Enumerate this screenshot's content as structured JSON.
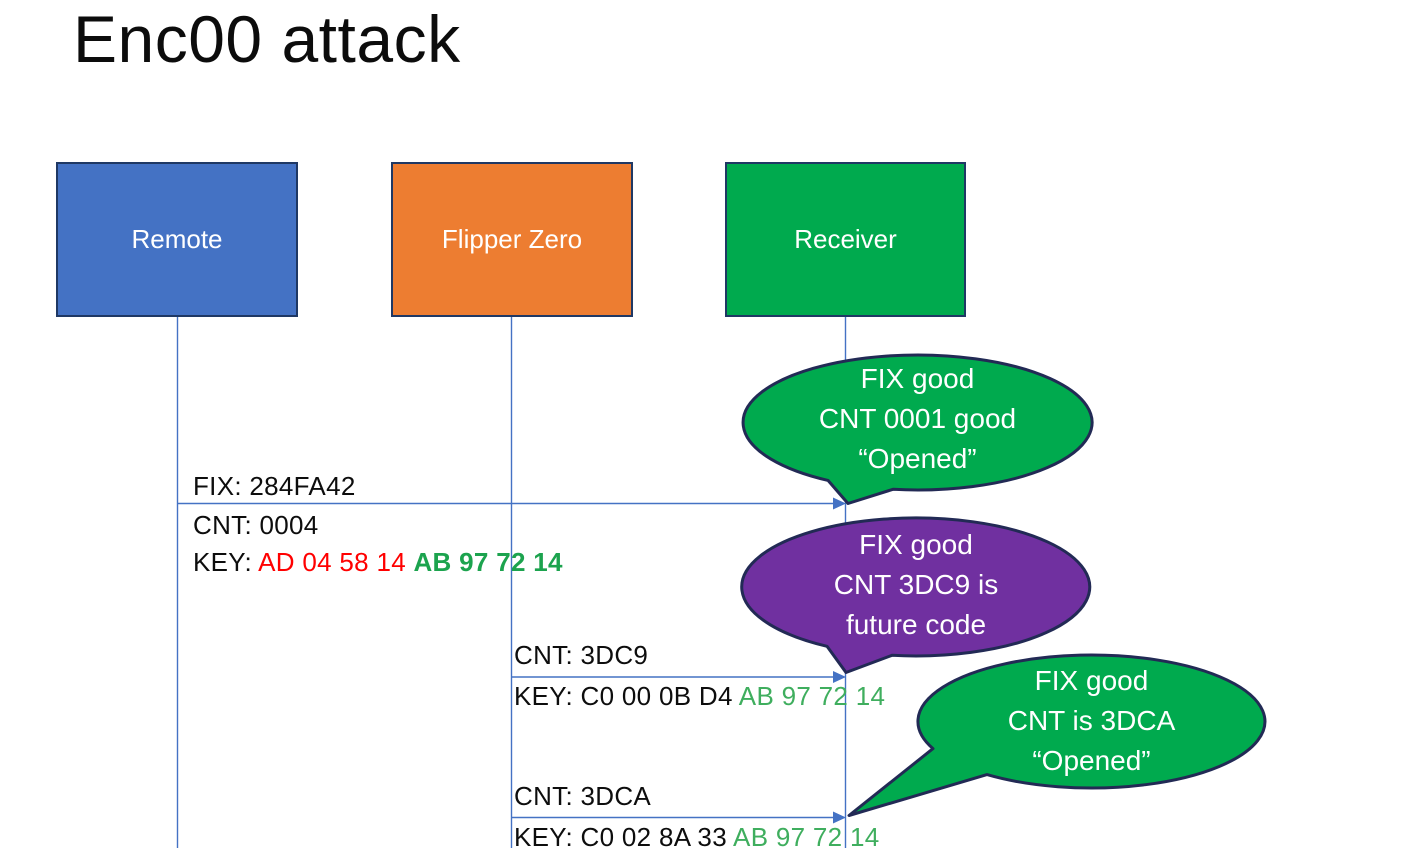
{
  "title": "Enc00 attack",
  "colors": {
    "connector_blue": "#4472C4",
    "box_border": "#1F3864",
    "callout_border": "#222A55",
    "remote_fill": "#4472C4",
    "flipper_fill": "#ED7D31",
    "receiver_fill": "#00AA4E",
    "callout_green": "#00AA4E",
    "callout_purple": "#7030A0",
    "key_red_text": "#FF0000",
    "key_green_bold_text": "#1CA34E",
    "key_green_text": "#3FAE5E",
    "text_black": "#0D0D0D",
    "text_white": "#FFFFFF"
  },
  "actors": {
    "remote": {
      "label": "Remote"
    },
    "flipper": {
      "label": "Flipper Zero"
    },
    "receiver": {
      "label": "Receiver"
    }
  },
  "messages": {
    "m1": {
      "fix": "FIX: 284FA42",
      "cnt": "CNT: 0004",
      "key_prefix": "KEY: ",
      "key_red": "AD 04 58 14 ",
      "key_green": "AB 97 72 14"
    },
    "m2": {
      "cnt": "CNT: 3DC9",
      "key_prefix": "KEY: C0 00 0B D4 ",
      "key_green": "AB 97 72 14"
    },
    "m3": {
      "cnt": "CNT: 3DCA",
      "key_prefix": "KEY: C0 02 8A 33 ",
      "key_green": "AB 97 72 14"
    }
  },
  "callouts": {
    "c1": {
      "line1": "FIX good",
      "line2": "CNT 0001 good",
      "line3": "“Opened”"
    },
    "c2": {
      "line1": "FIX good",
      "line2": "CNT 3DC9 is",
      "line3": "future code"
    },
    "c3": {
      "line1": "FIX good",
      "line2": "CNT is 3DCA",
      "line3": "“Opened”"
    }
  }
}
